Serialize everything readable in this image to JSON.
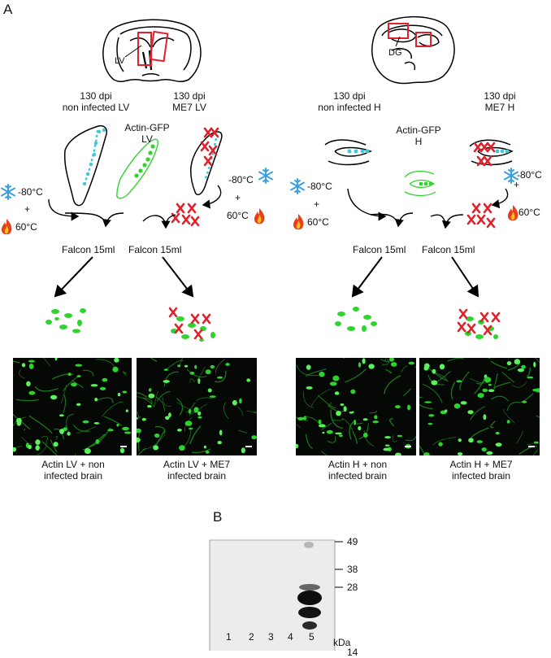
{
  "panels": {
    "a": "A",
    "b": "B"
  },
  "brain_labels": {
    "lv": "LV",
    "dg": "DG"
  },
  "conditions": {
    "lv_non": [
      "130 dpi",
      "non infected LV"
    ],
    "lv_me7": [
      "130 dpi",
      "ME7 LV"
    ],
    "h_non": [
      "130 dpi",
      "non infected H"
    ],
    "h_me7": [
      "130 dpi",
      "ME7 H"
    ],
    "actin_lv": [
      "Actin-GFP",
      "LV"
    ],
    "actin_h": [
      "Actin-GFP",
      "H"
    ]
  },
  "treatment": {
    "temp_cold": "-80°C",
    "plus": "+",
    "temp_hot": "60°C"
  },
  "tube": "Falcon 15ml",
  "captions": {
    "c1": [
      "Actin LV + non",
      "infected brain"
    ],
    "c2": [
      "Actin LV + ME7",
      "infected brain"
    ],
    "c3": [
      "Actin H + non",
      "infected brain"
    ],
    "c4": [
      "Actin H + ME7",
      "infected brain"
    ]
  },
  "western": {
    "markers": [
      "49",
      "38",
      "28",
      "14"
    ],
    "unit": "kDa",
    "lanes": [
      "1",
      "2",
      "3",
      "4",
      "5"
    ]
  },
  "colors": {
    "gfp": "#2fd42f",
    "prion_x": "#e0202a",
    "cyan_dots": "#3ec8d8",
    "snowflake": "#3aa0e0",
    "flame": "#e8401a"
  },
  "icons": [
    "snowflake-icon",
    "flame-icon"
  ]
}
